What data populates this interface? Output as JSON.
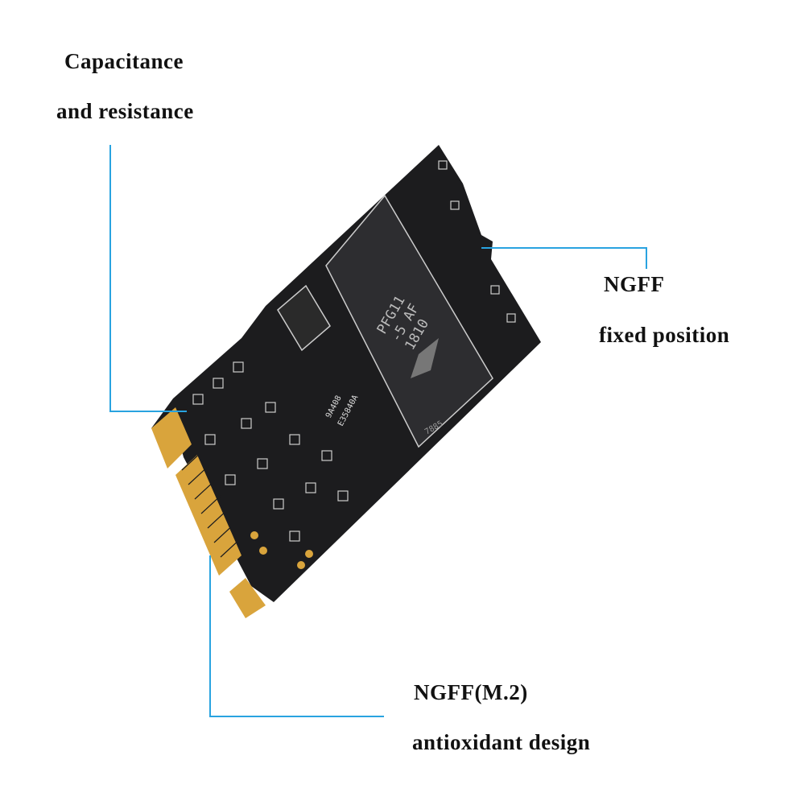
{
  "callouts": {
    "top_left": {
      "line1": "Capacitance",
      "line2": "and resistance"
    },
    "right": {
      "line1": "NGFF",
      "line2": "fixed position"
    },
    "bottom": {
      "line1": "NGFF(M.2)",
      "line2": "antioxidant design"
    }
  },
  "chip": {
    "line1": "PFG11",
    "line2": "-5 AF",
    "line3": "1810",
    "code": "7885"
  },
  "board_print": {
    "line1": "9A408",
    "line2": "E35840A"
  },
  "colors": {
    "leader_line": "#29a3e0",
    "pcb": "#1c1c1e",
    "chip": "#2d2d30",
    "gold": "#d9a43c"
  }
}
